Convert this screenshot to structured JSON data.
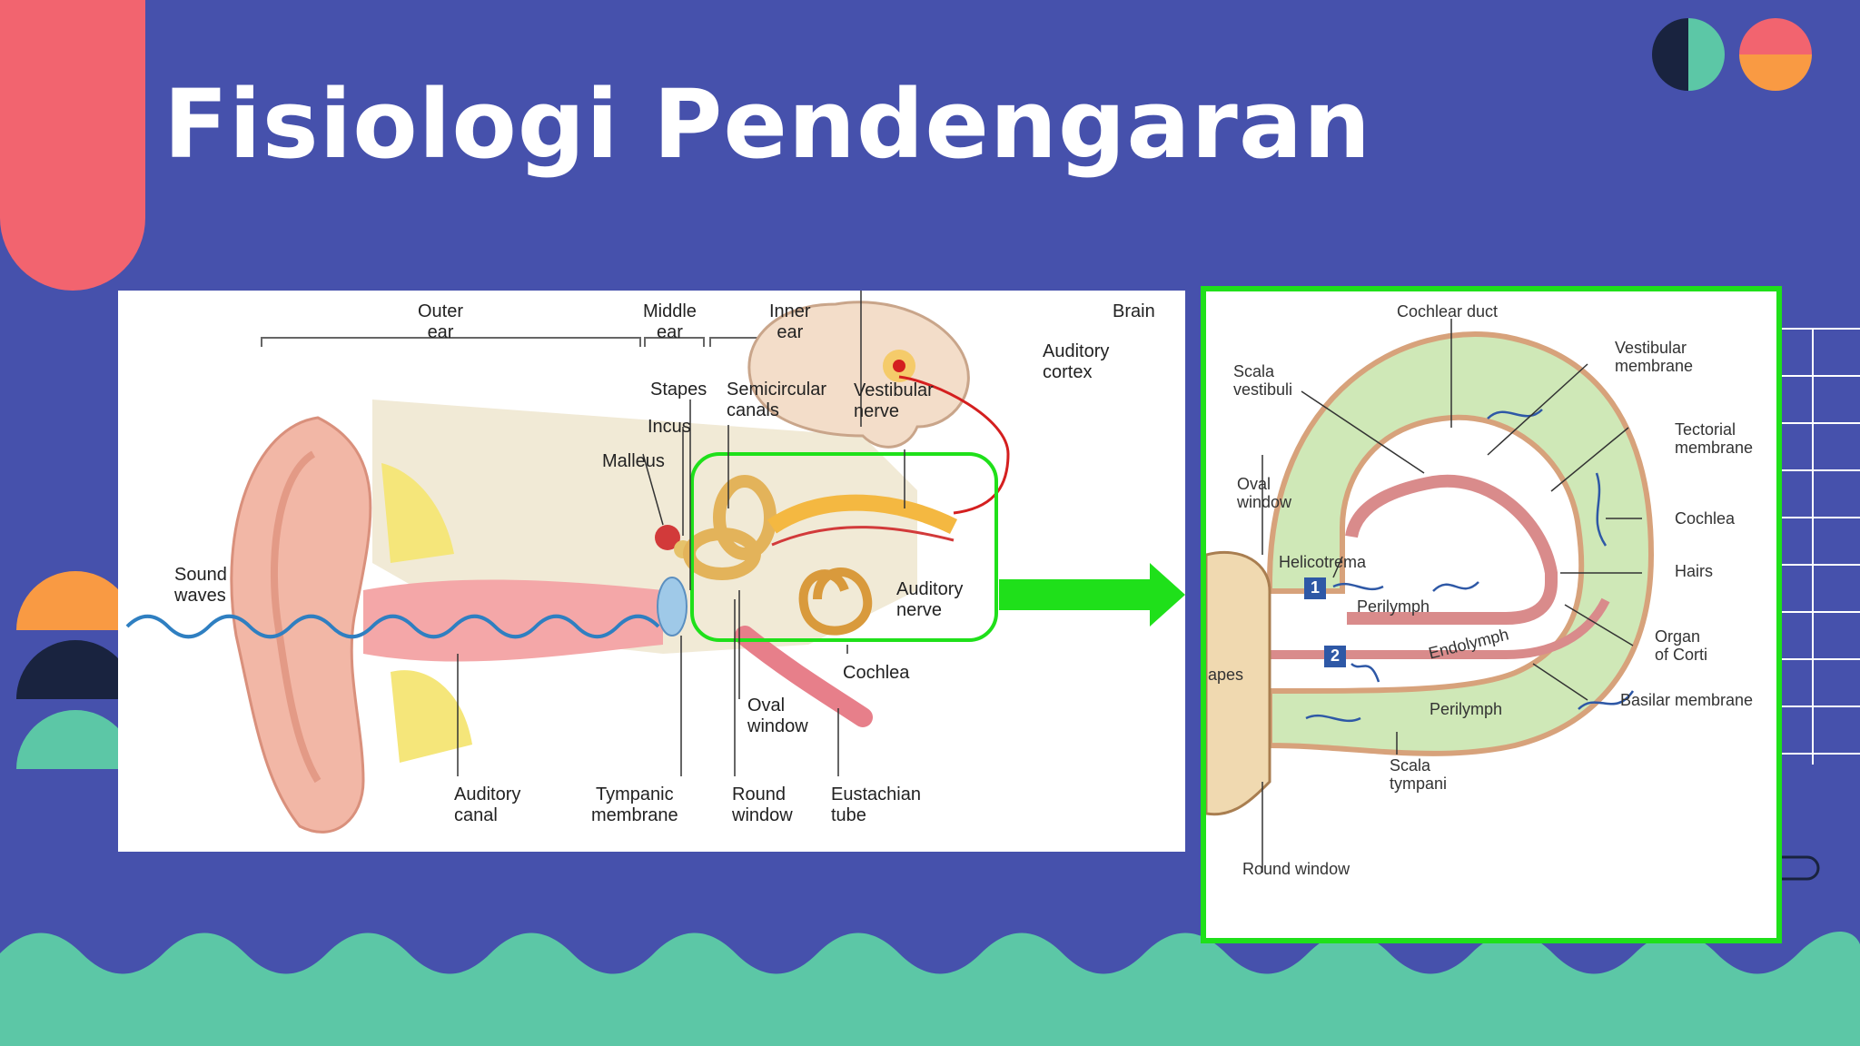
{
  "slide": {
    "title": "Fisiologi Pendengaran"
  },
  "colors": {
    "background": "#4651ac",
    "coral": "#f2646f",
    "orange": "#f99a43",
    "navy": "#19233f",
    "teal": "#5cc7a6",
    "highlight_green": "#1fe01a"
  },
  "ear_diagram": {
    "labels": {
      "outer_ear": "Outer\near",
      "middle_ear": "Middle\near",
      "inner_ear": "Inner\near",
      "brain": "Brain",
      "auditory_cortex": "Auditory\ncortex",
      "stapes": "Stapes",
      "incus": "Incus",
      "malleus": "Malleus",
      "semicircular_canals": "Semicircular\ncanals",
      "vestibular_nerve": "Vestibular\nnerve",
      "auditory_nerve": "Auditory\nnerve",
      "sound_waves": "Sound\nwaves",
      "cochlea": "Cochlea",
      "oval_window": "Oval\nwindow",
      "auditory_canal": "Auditory\ncanal",
      "tympanic_membrane": "Tympanic\nmembrane",
      "round_window": "Round\nwindow",
      "eustachian_tube": "Eustachian\ntube"
    }
  },
  "cochlea_diagram": {
    "labels": {
      "cochlear_duct": "Cochlear duct",
      "scala_vestibuli": "Scala\nvestibuli",
      "vestibular_membrane": "Vestibular\nmembrane",
      "tectorial_membrane": "Tectorial\nmembrane",
      "oval_window": "Oval\nwindow",
      "cochlea": "Cochlea",
      "helicotrema": "Helicotrema",
      "hairs": "Hairs",
      "marker_1": "1",
      "marker_2": "2",
      "perilymph_top": "Perilymph",
      "endolymph": "Endolymph",
      "organ_of_corti": "Organ\nof Corti",
      "stapes_partial": "apes",
      "perilymph_bottom": "Perilymph",
      "basilar_membrane": "Basilar membrane",
      "scala_tympani": "Scala\ntympani",
      "round_window": "Round window"
    }
  }
}
